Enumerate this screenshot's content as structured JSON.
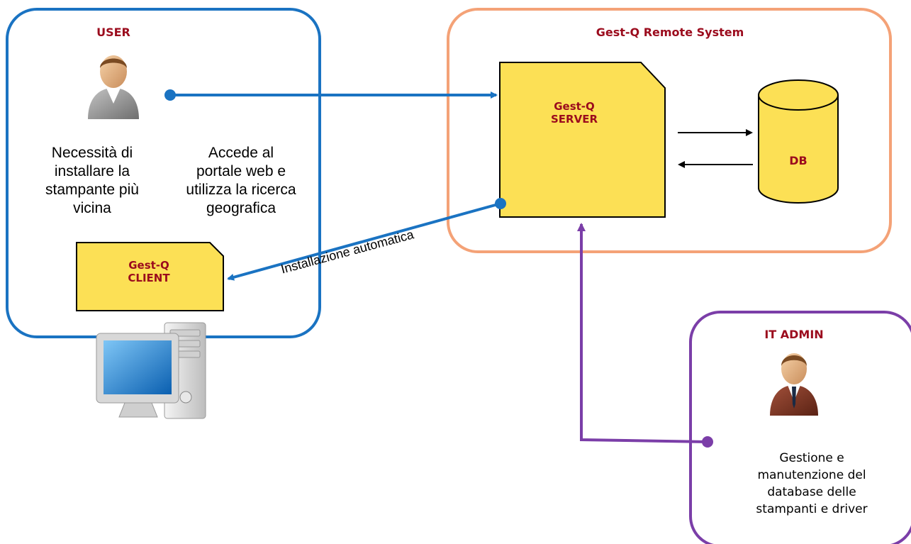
{
  "user_box": {
    "title": "USER",
    "need_text": "Necessità di\ninstallare la\nstampante più\nvicina",
    "access_text": "Accede al\nportale web e\nutilizza la ricerca\ngeografica"
  },
  "client_doc": {
    "label": "Gest-Q\nCLIENT"
  },
  "remote_box": {
    "title": "Gest-Q Remote System"
  },
  "server_doc": {
    "label": "Gest-Q\nSERVER"
  },
  "db": {
    "label": "DB"
  },
  "install_arrow": {
    "label": "Installazione automatica"
  },
  "admin_box": {
    "title": "IT ADMIN",
    "text": "Gestione e\nmanutenzione del\ndatabase delle\nstampanti e driver"
  },
  "icons": [
    "user-person-icon",
    "admin-person-icon",
    "computer-icon",
    "database-icon"
  ],
  "colors": {
    "user_border": "#1a73c2",
    "remote_border": "#f4a277",
    "admin_border": "#7b3ea8",
    "doc_fill": "#fce055",
    "title_text": "#9b0b1d"
  }
}
